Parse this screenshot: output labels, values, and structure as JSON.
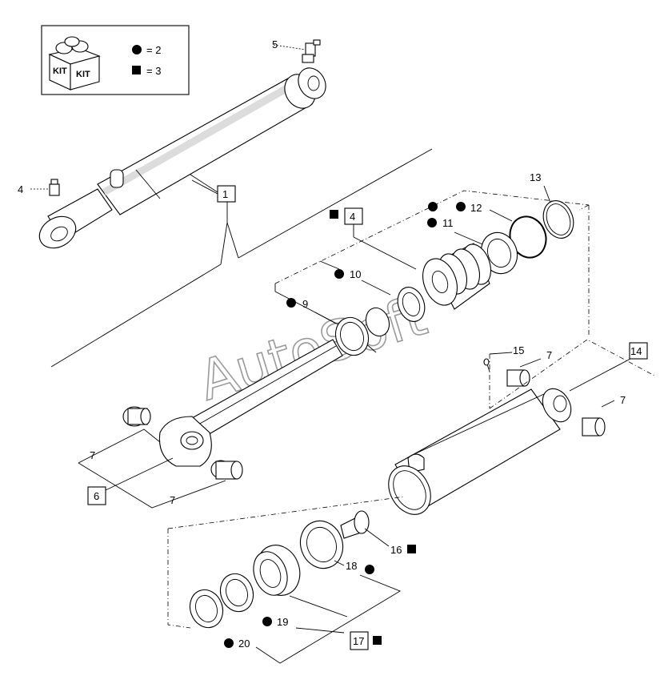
{
  "legend": {
    "kit_text": "KIT",
    "circle_label": "= 2",
    "square_label": "= 3"
  },
  "callouts": {
    "c1": "1",
    "c4": "4",
    "c4b": "4",
    "c5": "5",
    "c6": "6",
    "c7a": "7",
    "c7b": "7",
    "c7c": "7",
    "c7d": "7",
    "c9": "9",
    "c10": "10",
    "c11": "11",
    "c12": "12",
    "c13": "13",
    "c14": "14",
    "c15": "15",
    "c16": "16",
    "c17": "17",
    "c18": "18",
    "c19": "19",
    "c20": "20"
  },
  "watermark": "AutoSoft"
}
